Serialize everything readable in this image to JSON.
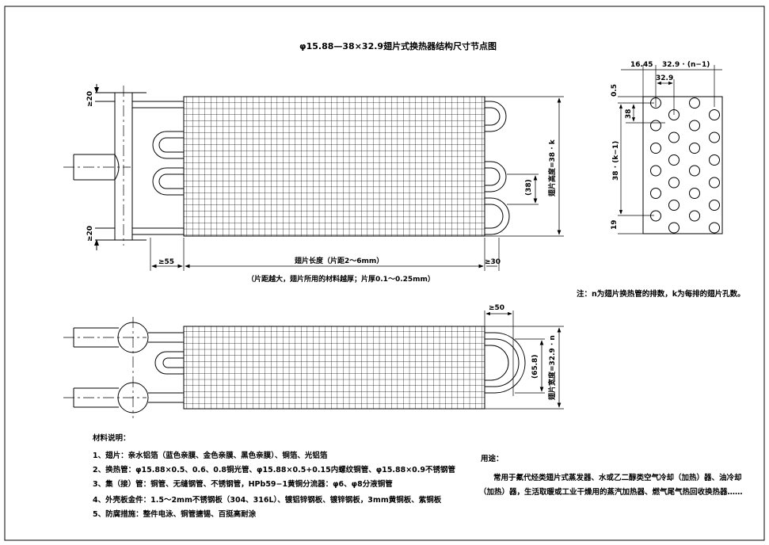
{
  "title": "φ15.88—38×32.9翅片式换热器结构尺寸节点图",
  "dims": {
    "top_ge20": "≥20",
    "bottom_ge20": "≥20",
    "left_ge55": "≥55",
    "right_ge30": "≥30",
    "fin_length": "翅片长度（片距2～6mm）",
    "fin_thickness_note": "（片距越大，翅片所用的材料越厚；片厚0.1～0.25mm）",
    "pitch_38": "(38)",
    "fin_height": "翅片高度=38 · k",
    "ge50": "≥50",
    "pitch_65_8": "(65.8)",
    "fin_width": "翅片宽度=32.9 · n",
    "side_16_45": "16.45",
    "side_32_9n": "32.9 · (n−1)",
    "side_32_9": "32.9",
    "side_0_5": "0.5",
    "side_38": "38",
    "side_38k": "38 · (k−1)",
    "side_19": "19"
  },
  "note": "注：n为翅片换热管的排数，k为每排的翅片孔数。",
  "materials": {
    "heading": "材料说明：",
    "items": [
      "1、翅片：亲水铝箔（蓝色亲膜、金色亲膜、黑色亲膜）、铜箔、光铝箔",
      "2、换热管：φ15.88×0.5、0.6、0.8铜光管、φ15.88×0.5+0.15内螺纹铜管、φ15.88×0.9不锈钢管",
      "3、集（接）管：铜管、无缝钢管、不锈钢管，HPb59−1黄铜分流器：φ6、φ8分液铜管",
      "4、外壳板金件：1.5～2mm不锈钢板（304、316L）、镀铝锌钢板、镀锌钢板，3mm黄铜板、紫铜板",
      "5、防腐措施：整件电泳、铜管搪锡、百挺高耐涂"
    ]
  },
  "usage": {
    "heading": "用途：",
    "line1": "常用于氟代烃类翅片式蒸发器、水或乙二醇类空气冷却（加热）器、油冷却",
    "line2": "（加热）器，生活取暖或工业干燥用的蒸汽加热器、燃气尾气热回收换热器……"
  }
}
